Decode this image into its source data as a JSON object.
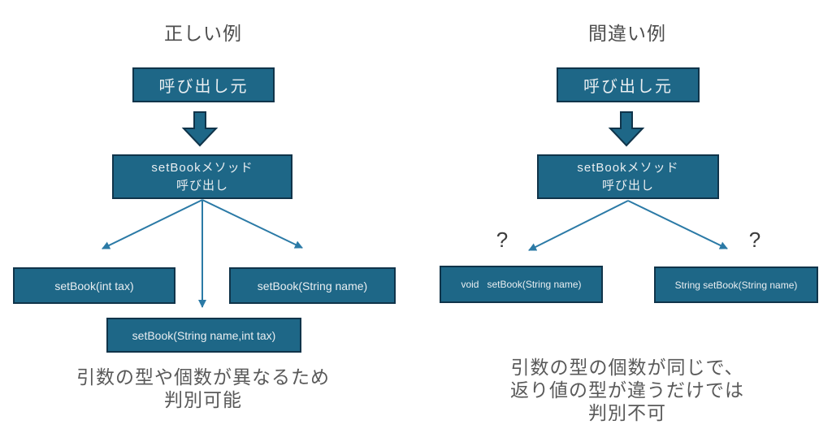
{
  "colors": {
    "box_fill": "#1E6787",
    "box_border": "#10344A",
    "box_text": "#E9EEF1",
    "thin_arrow": "#2B7AA6",
    "block_arrow_fill": "#1E6787",
    "block_arrow_border": "#10344A",
    "heading_text": "#4d4d4d",
    "caption_text": "#595959",
    "question_mark_text": "#3c3c3c",
    "background": "#ffffff"
  },
  "left": {
    "title": "正しい例",
    "caller_box": "呼び出し元",
    "method_box_line1": "setBookメソッド",
    "method_box_line2": "呼び出し",
    "leaf_boxes": [
      "setBook(int tax)",
      "setBook(String name)",
      "setBook(String name,int tax)"
    ],
    "caption_line1": "引数の型や個数が異なるため",
    "caption_line2": "判別可能"
  },
  "right": {
    "title": "間違い例",
    "caller_box": "呼び出し元",
    "method_box_line1": "setBookメソッド",
    "method_box_line2": "呼び出し",
    "question_mark": "?",
    "leaf_boxes": [
      "void   setBook(String name)",
      "String setBook(String name)"
    ],
    "caption_line1": "引数の型の個数が同じで、",
    "caption_line2": "返り値の型が違うだけでは",
    "caption_line3": "判別不可"
  }
}
